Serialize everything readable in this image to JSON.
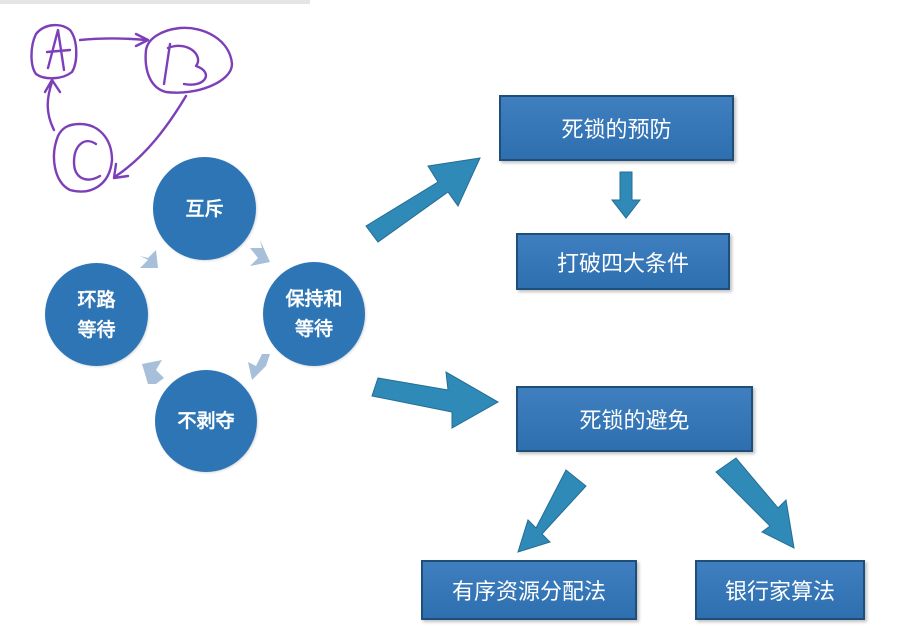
{
  "colors": {
    "node_fill": "#2e75b6",
    "box_fill": "#3a7bbd",
    "box_border": "#1f4e79",
    "big_arrow": "#2f8ab8",
    "cycle_arrow": "#a8bfd9",
    "ink": "#7d3fb8"
  },
  "cycle": {
    "top": "互斥",
    "right": "保持和\n等待",
    "bottom": "不剥夺",
    "left": "环路\n等待"
  },
  "prevention": {
    "title": "死锁的预防",
    "child": "打破四大条件"
  },
  "avoidance": {
    "title": "死锁的避免",
    "child_left": "有序资源分配法",
    "child_right": "银行家算法"
  },
  "sketch": {
    "node_a": "A",
    "node_b": "B",
    "node_c": "C"
  }
}
